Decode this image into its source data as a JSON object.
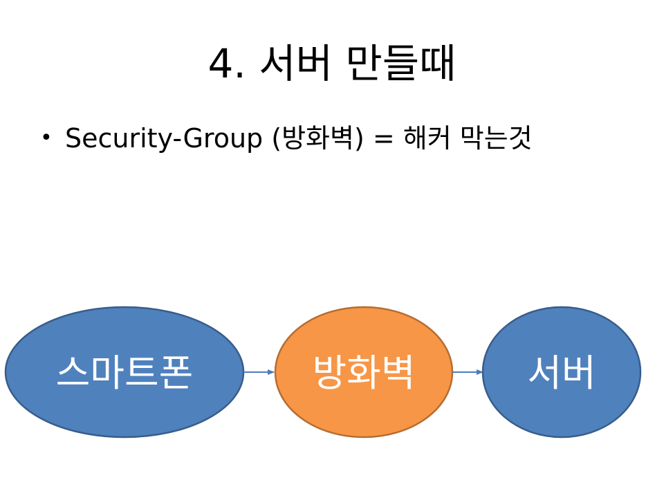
{
  "slide": {
    "title": "4. 서버 만들때",
    "bullet": "Security-Group (방화벽) = 해커 막는것"
  },
  "diagram": {
    "nodes": [
      {
        "label": "스마트폰",
        "color": "#4f81bd"
      },
      {
        "label": "방화벽",
        "color": "#f79646"
      },
      {
        "label": "서버",
        "color": "#4f81bd"
      }
    ],
    "border_colors": {
      "blue": "#385d8a",
      "orange": "#b66d31"
    },
    "arrow_color": "#4a7ebb"
  }
}
